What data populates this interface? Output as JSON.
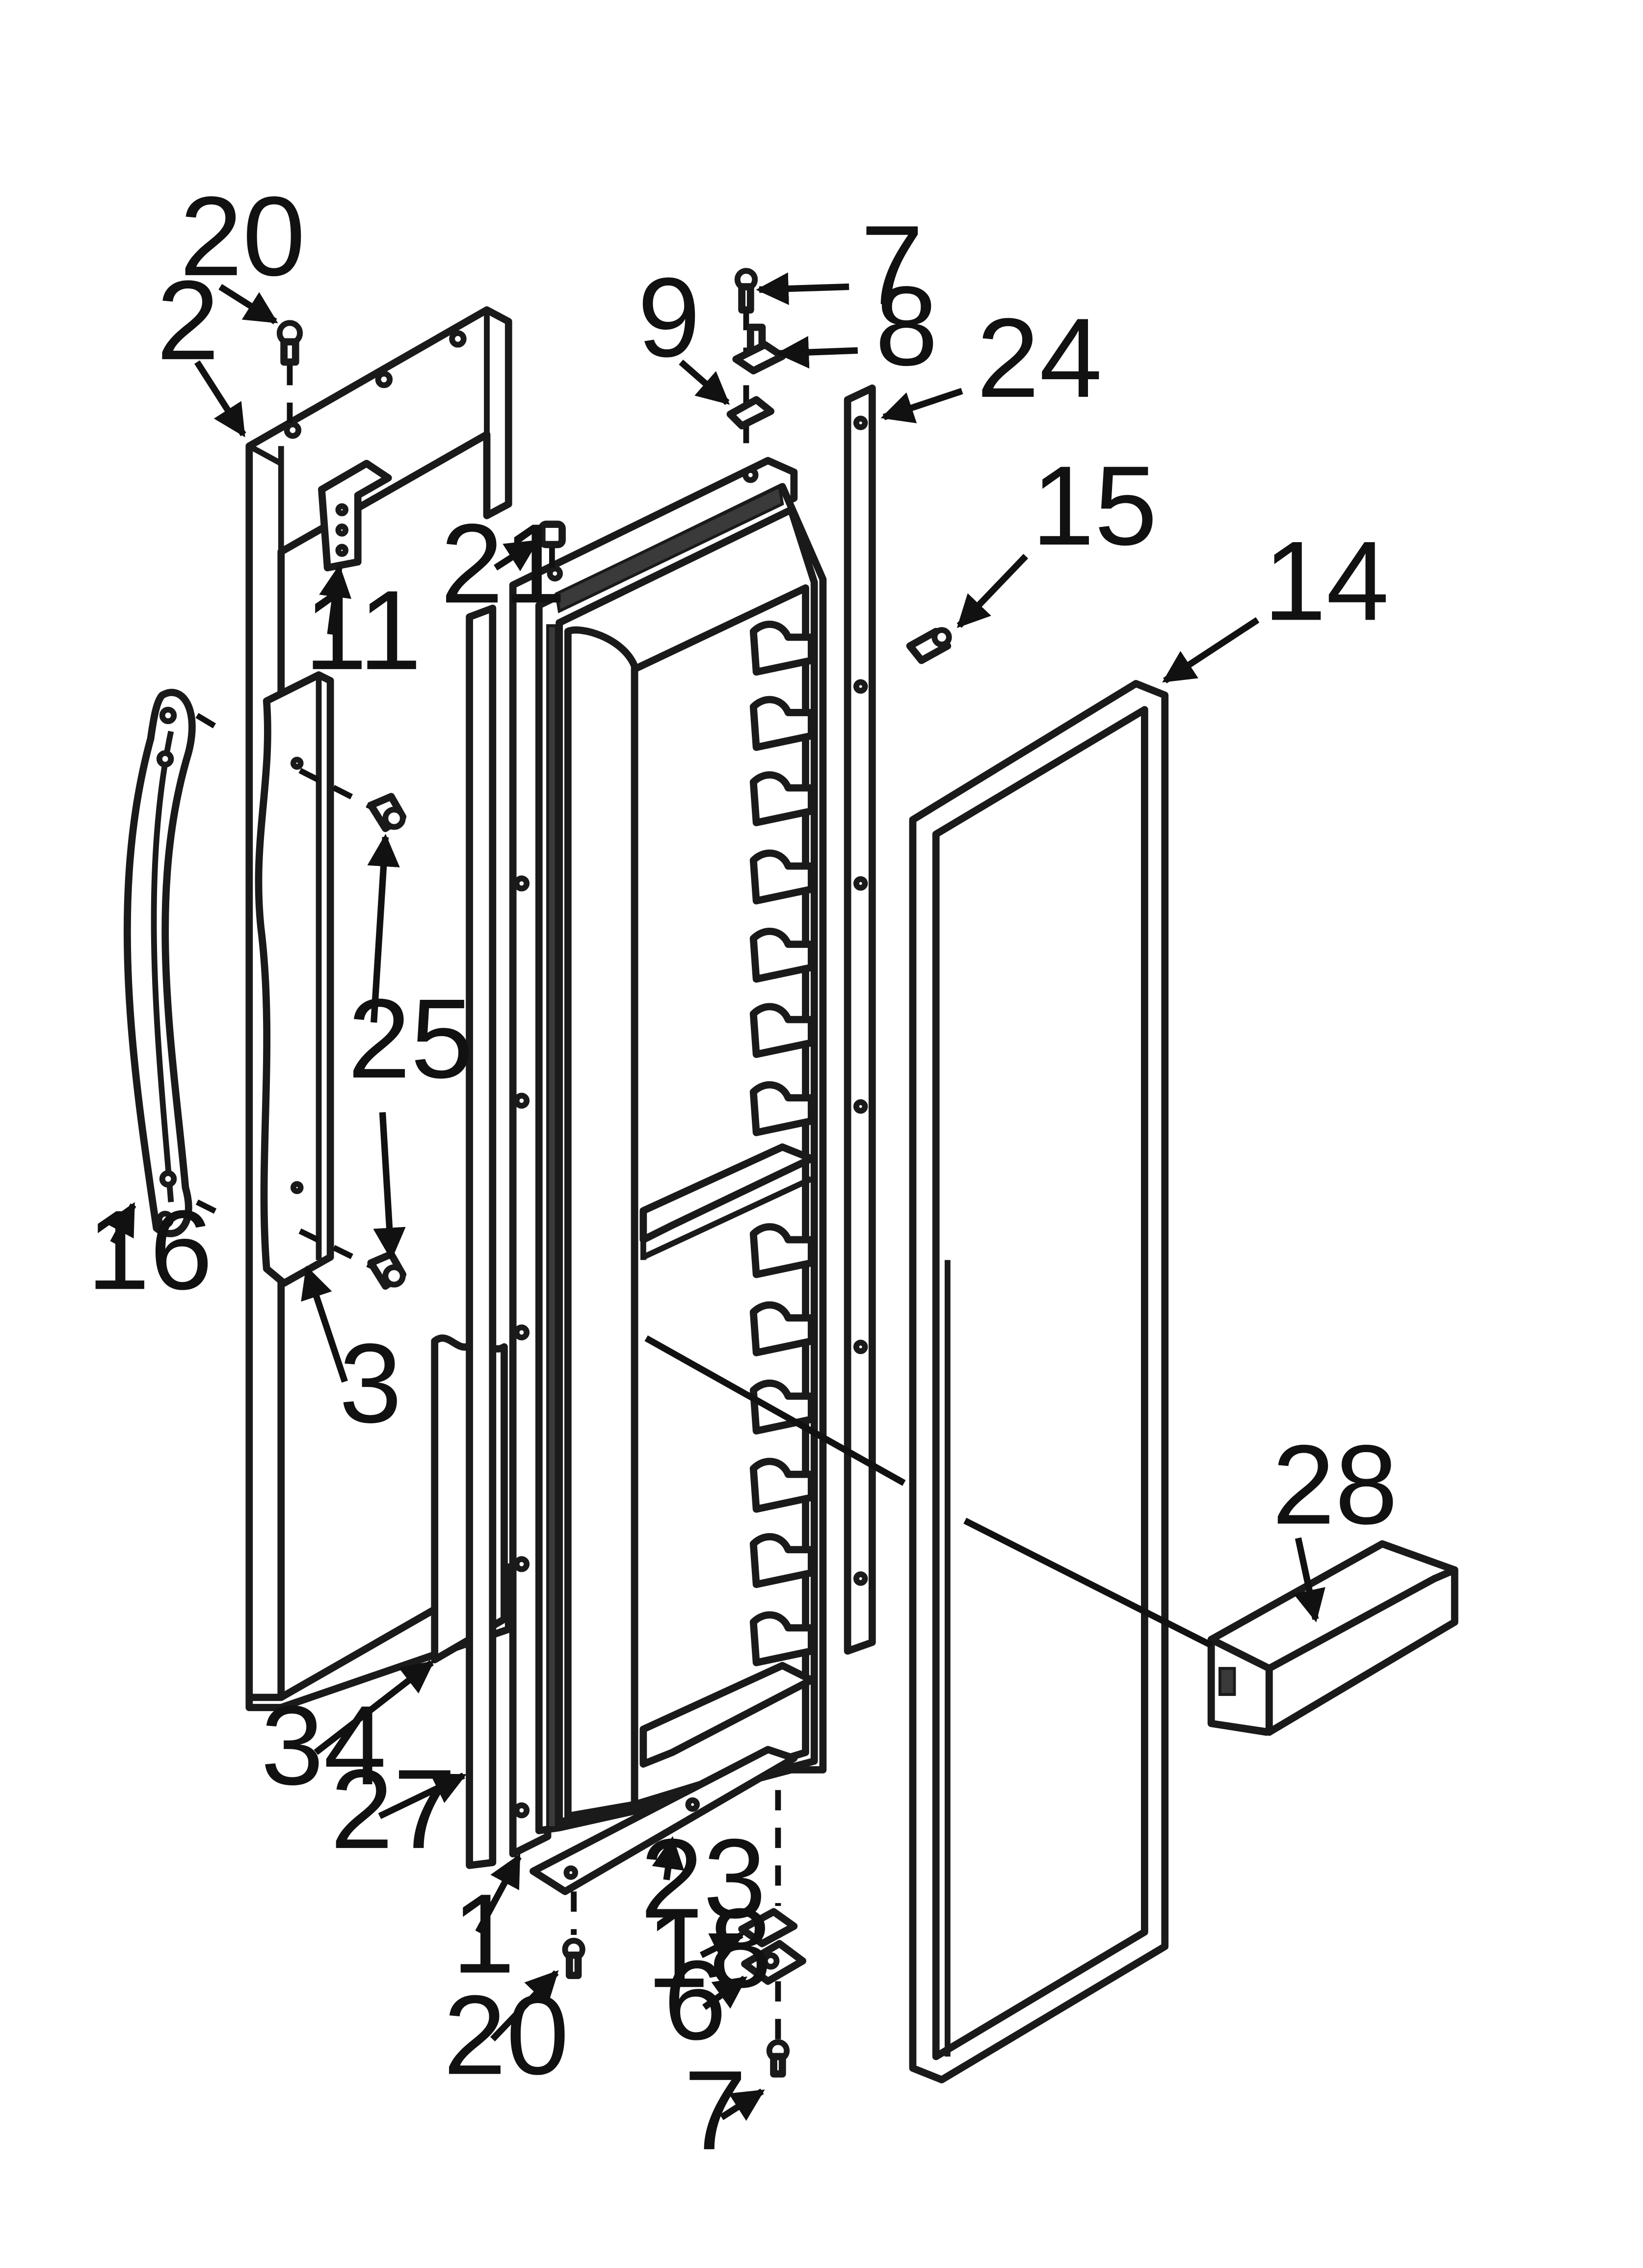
{
  "diagram": {
    "callouts": [
      {
        "id": "c20a",
        "label": "20"
      },
      {
        "id": "c2",
        "label": "2"
      },
      {
        "id": "c7a",
        "label": "7"
      },
      {
        "id": "c9",
        "label": "9"
      },
      {
        "id": "c8",
        "label": "8"
      },
      {
        "id": "c24",
        "label": "24"
      },
      {
        "id": "c15",
        "label": "15"
      },
      {
        "id": "c14",
        "label": "14"
      },
      {
        "id": "c21",
        "label": "21"
      },
      {
        "id": "c11",
        "label": "11"
      },
      {
        "id": "c25",
        "label": "25"
      },
      {
        "id": "c16",
        "label": "16"
      },
      {
        "id": "c3",
        "label": "3"
      },
      {
        "id": "c28",
        "label": "28"
      },
      {
        "id": "c34",
        "label": "34"
      },
      {
        "id": "c27",
        "label": "27"
      },
      {
        "id": "c23",
        "label": "23"
      },
      {
        "id": "c1",
        "label": "1"
      },
      {
        "id": "c18",
        "label": "18"
      },
      {
        "id": "c6",
        "label": "6"
      },
      {
        "id": "c20b",
        "label": "20"
      },
      {
        "id": "c7b",
        "label": "7"
      }
    ],
    "line_color": "#1a1a1a",
    "background_color": "#ffffff"
  }
}
